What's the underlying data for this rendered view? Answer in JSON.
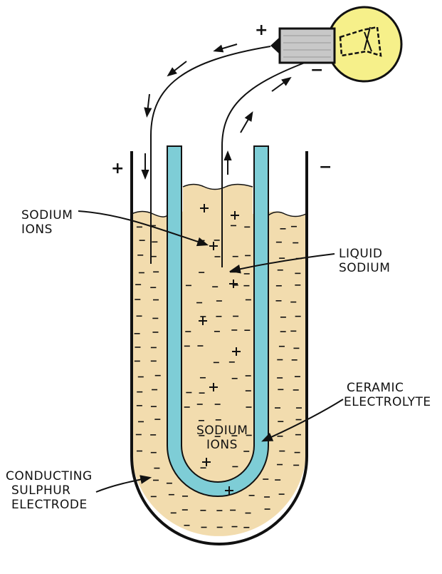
{
  "labels": {
    "sodium_ions_outer": [
      "SODIUM",
      "IONS"
    ],
    "liquid_sodium": [
      "LIQUID",
      "SODIUM"
    ],
    "ceramic_electrolyte": [
      "CERAMIC",
      "ELECTROLYTE"
    ],
    "sodium_ions_inner": [
      "SODIUM",
      "IONS"
    ],
    "sulphur_electrode": [
      "CONDUCTING",
      "SULPHUR",
      "ELECTRODE"
    ]
  },
  "terminals": {
    "positive": "+",
    "negative": "−",
    "bulb_positive": "+",
    "bulb_negative": "−"
  },
  "colors": {
    "sulphur": "#f2dcae",
    "electrolyte": "#7ecdd6",
    "bulb": "#f6f08a",
    "base": "#c8c8c8",
    "ink": "#111111"
  }
}
